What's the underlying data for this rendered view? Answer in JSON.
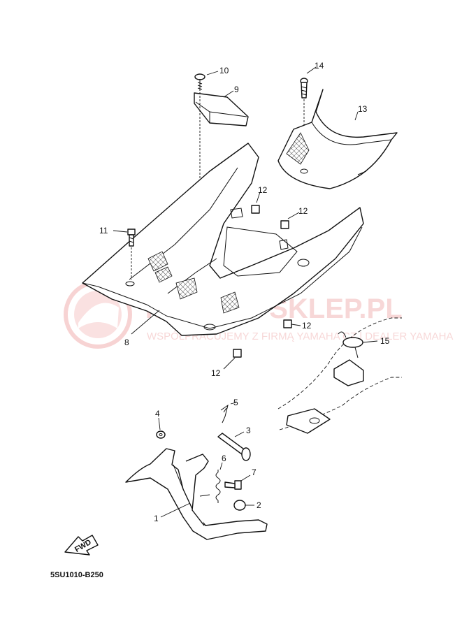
{
  "diagram": {
    "code": "5SU1010-B250",
    "fwd_label": "FWD",
    "callouts": [
      "10",
      "9",
      "14",
      "13",
      "12",
      "12",
      "11",
      "8",
      "12",
      "12",
      "15",
      "5",
      "4",
      "3",
      "6",
      "7",
      "2",
      "1"
    ]
  },
  "watermark": {
    "line1": "YAMAHA-SKLEP.PL",
    "line2": "WSPÓŁPRACUJEMY Z FIRMĄ YAMAHA CZ | DEALER YAMAHA"
  }
}
